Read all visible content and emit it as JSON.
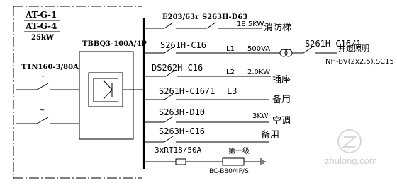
{
  "panel": {
    "codes": [
      "AT-G-1",
      "AT-G-4"
    ],
    "power": "25kW"
  },
  "incoming": {
    "breaker": "T1N160-3/80A",
    "transfer_switch": "TBBQ3-100A/4P"
  },
  "circuits": [
    {
      "breaker": "E203/63r",
      "breaker2": "S263H-D63",
      "rating": "18.5KW",
      "phase": "",
      "load": "消防梯"
    },
    {
      "breaker": "S261H-C16",
      "rating": "500VA",
      "phase": "L1",
      "load": ""
    },
    {
      "breaker": "DS262H-C16",
      "rating": "2.0KW",
      "phase": "L2",
      "load": "插座"
    },
    {
      "breaker": "S261H-C16/1",
      "rating": "",
      "phase": "L3",
      "load": "备用"
    },
    {
      "breaker": "S263H-D10",
      "rating": "3KW",
      "phase": "",
      "load": "空调"
    },
    {
      "breaker": "S263H-C16",
      "rating": "",
      "phase": "",
      "load": "备用"
    },
    {
      "breaker": "3xRT18/50A",
      "rating": "",
      "phase": "",
      "load": "第一级",
      "note": "BC-B80/4P/S"
    }
  ],
  "shaft_lighting": {
    "breaker": "S261H-C16/1",
    "load": "井道照明",
    "cable": "NH-BV(2x2.5).SC15"
  },
  "watermark": {
    "brand": "zhulong.com"
  }
}
